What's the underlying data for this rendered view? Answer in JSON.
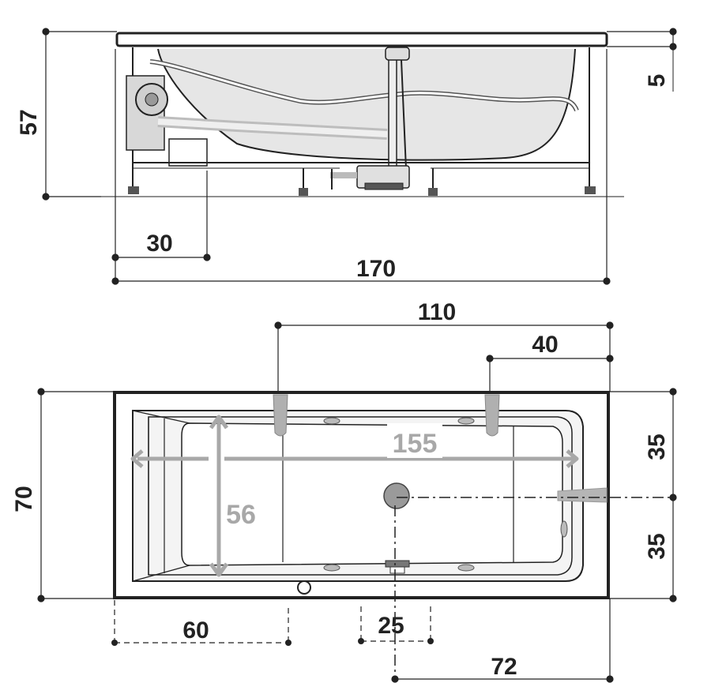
{
  "side_view": {
    "height_label": "57",
    "rim_label": "5",
    "offset_label": "30",
    "length_label": "170"
  },
  "top_view": {
    "jet_distance_label": "110",
    "jet_offset_label": "40",
    "width_label": "70",
    "half_width_top_label": "35",
    "half_width_bottom_label": "35",
    "inner_length_label": "155",
    "inner_width_label": "56",
    "overflow_offset_label": "60",
    "drain_width_label": "25",
    "drain_offset_label": "72"
  },
  "colors": {
    "line": "#222222",
    "inner_dim": "#a8a8a8",
    "tub_fill": "#e6e6e6"
  }
}
